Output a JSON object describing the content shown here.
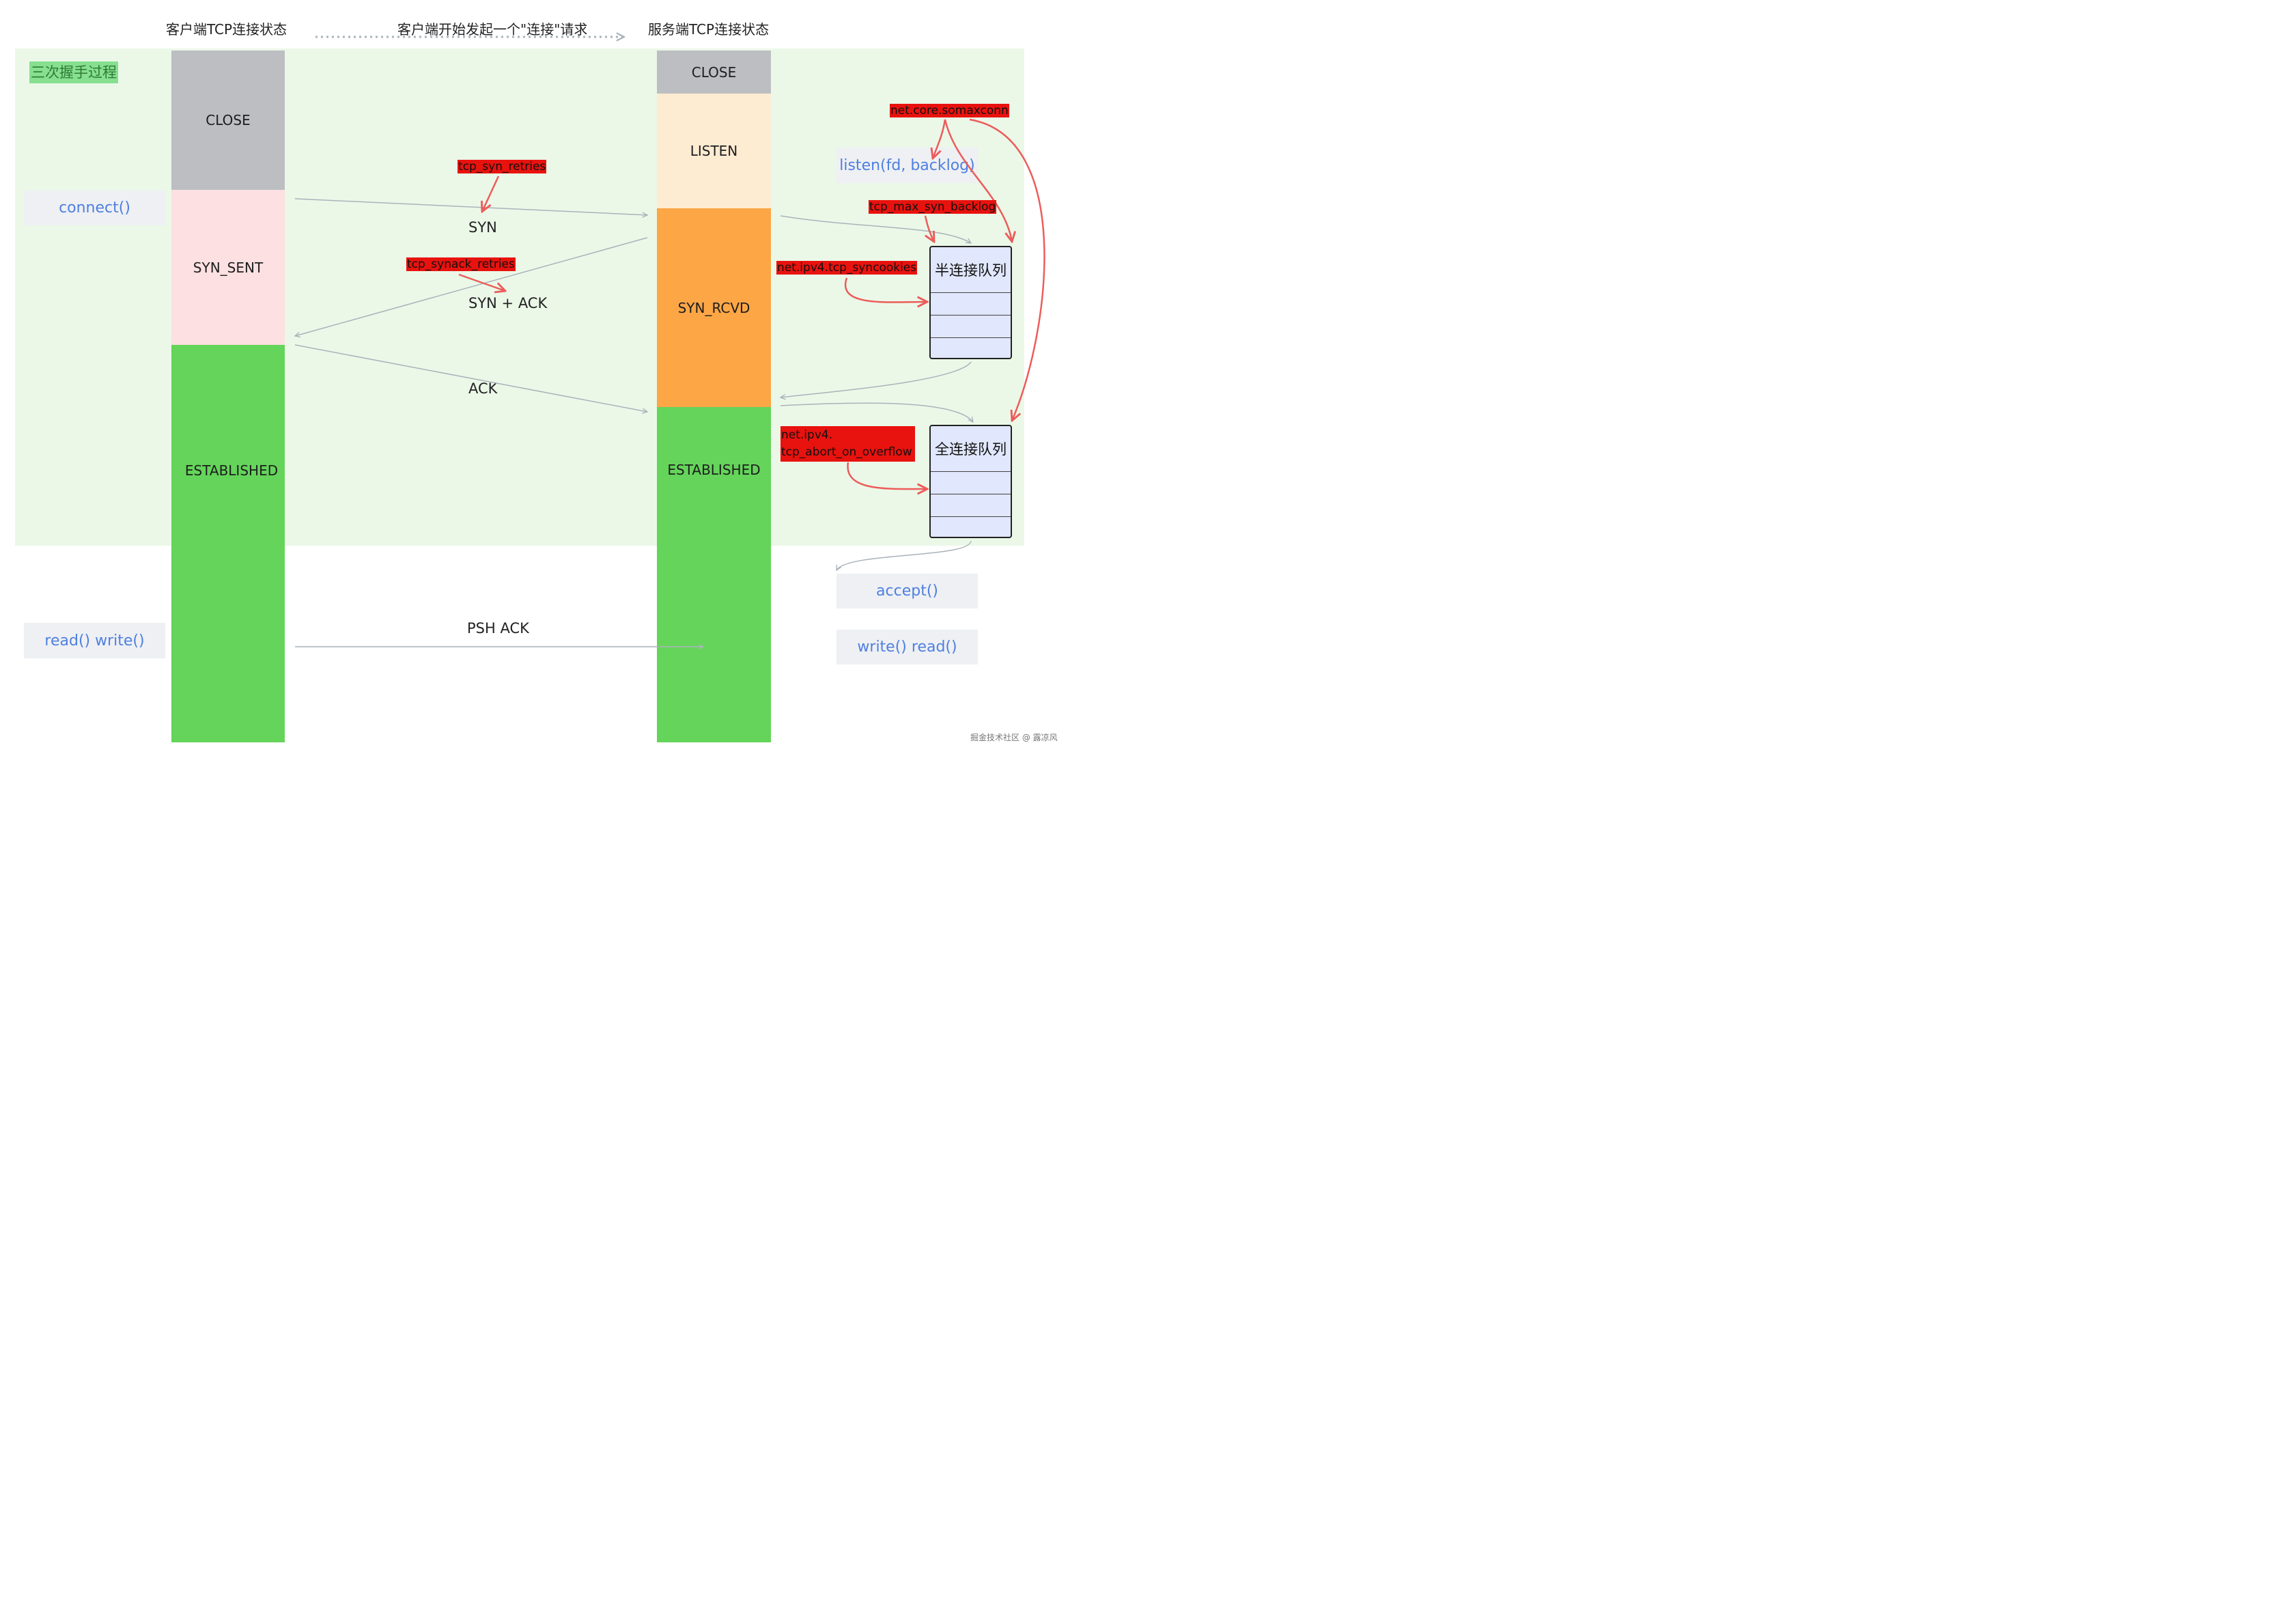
{
  "headers": {
    "client": "客户端TCP连接状态",
    "request": "客户端开始发起一个\"连接\"请求",
    "server": "服务端TCP连接状态"
  },
  "zone_title": "三次握手过程",
  "client_states": [
    "CLOSE",
    "SYN_SENT",
    "ESTABLISHED"
  ],
  "server_states": [
    "CLOSE",
    "LISTEN",
    "SYN_RCVD",
    "ESTABLISHED"
  ],
  "client_calls": {
    "connect": "connect()",
    "read_write": "read() write()"
  },
  "server_calls": {
    "listen": "listen(fd, backlog)",
    "accept": "accept()",
    "write_read": "write() read()"
  },
  "packets": {
    "syn": "SYN",
    "syn_ack": "SYN + ACK",
    "ack": "ACK",
    "psh_ack": "PSH ACK"
  },
  "params": {
    "syn_retries": "tcp_syn_retries",
    "synack_retries": "tcp_synack_retries",
    "somaxconn": "net.core.somaxconn",
    "max_syn_backlog": "tcp_max_syn_backlog",
    "syncookies": "net.ipv4.tcp_syncookies",
    "abort_on_overflow_1": "net.ipv4.",
    "abort_on_overflow_2": "tcp_abort_on_overflow"
  },
  "queues": {
    "half": "半连接队列",
    "full": "全连接队列"
  },
  "credit": "掘金技术社区 @ 露凉风",
  "colors": {
    "zone": "#ebf8e8",
    "close": "#bcbec2",
    "syn_sent": "#fde0e1",
    "established": "#64d45a",
    "listen": "#fdebd2",
    "syn_rcvd": "#fca646",
    "param_bg": "#e8120e",
    "red_arrow": "#ec5c5a",
    "gray_arrow": "#a9b3ba",
    "api_text": "#4f7fe0",
    "queue_bg": "#e1e7fc"
  }
}
